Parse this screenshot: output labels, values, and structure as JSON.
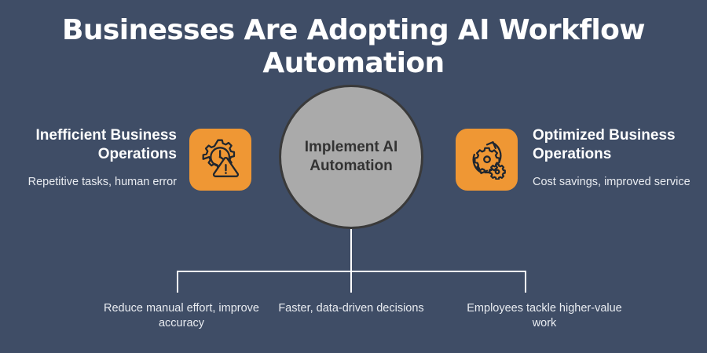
{
  "background_color": "#3f4d66",
  "accent_color": "#ef9734",
  "circle_color": "#aaaaaa",
  "text_color": "#ffffff",
  "header": {
    "title": "Businesses Are Adopting AI Workflow Automation"
  },
  "center": {
    "label": "Implement AI Automation",
    "shape": "circle"
  },
  "left_branch": {
    "heading": "Inefficient Business Operations",
    "subtext": "Repetitive tasks, human error",
    "icon": "gear-clock-warning-icon"
  },
  "right_branch": {
    "heading": "Optimized Business Operations",
    "subtext": "Cost savings, improved service",
    "icon": "gears-refresh-cycle-icon"
  },
  "outcomes": [
    {
      "label": "Reduce manual effort, improve accuracy"
    },
    {
      "label": "Faster, data-driven decisions"
    },
    {
      "label": "Employees tackle higher-value work"
    }
  ]
}
